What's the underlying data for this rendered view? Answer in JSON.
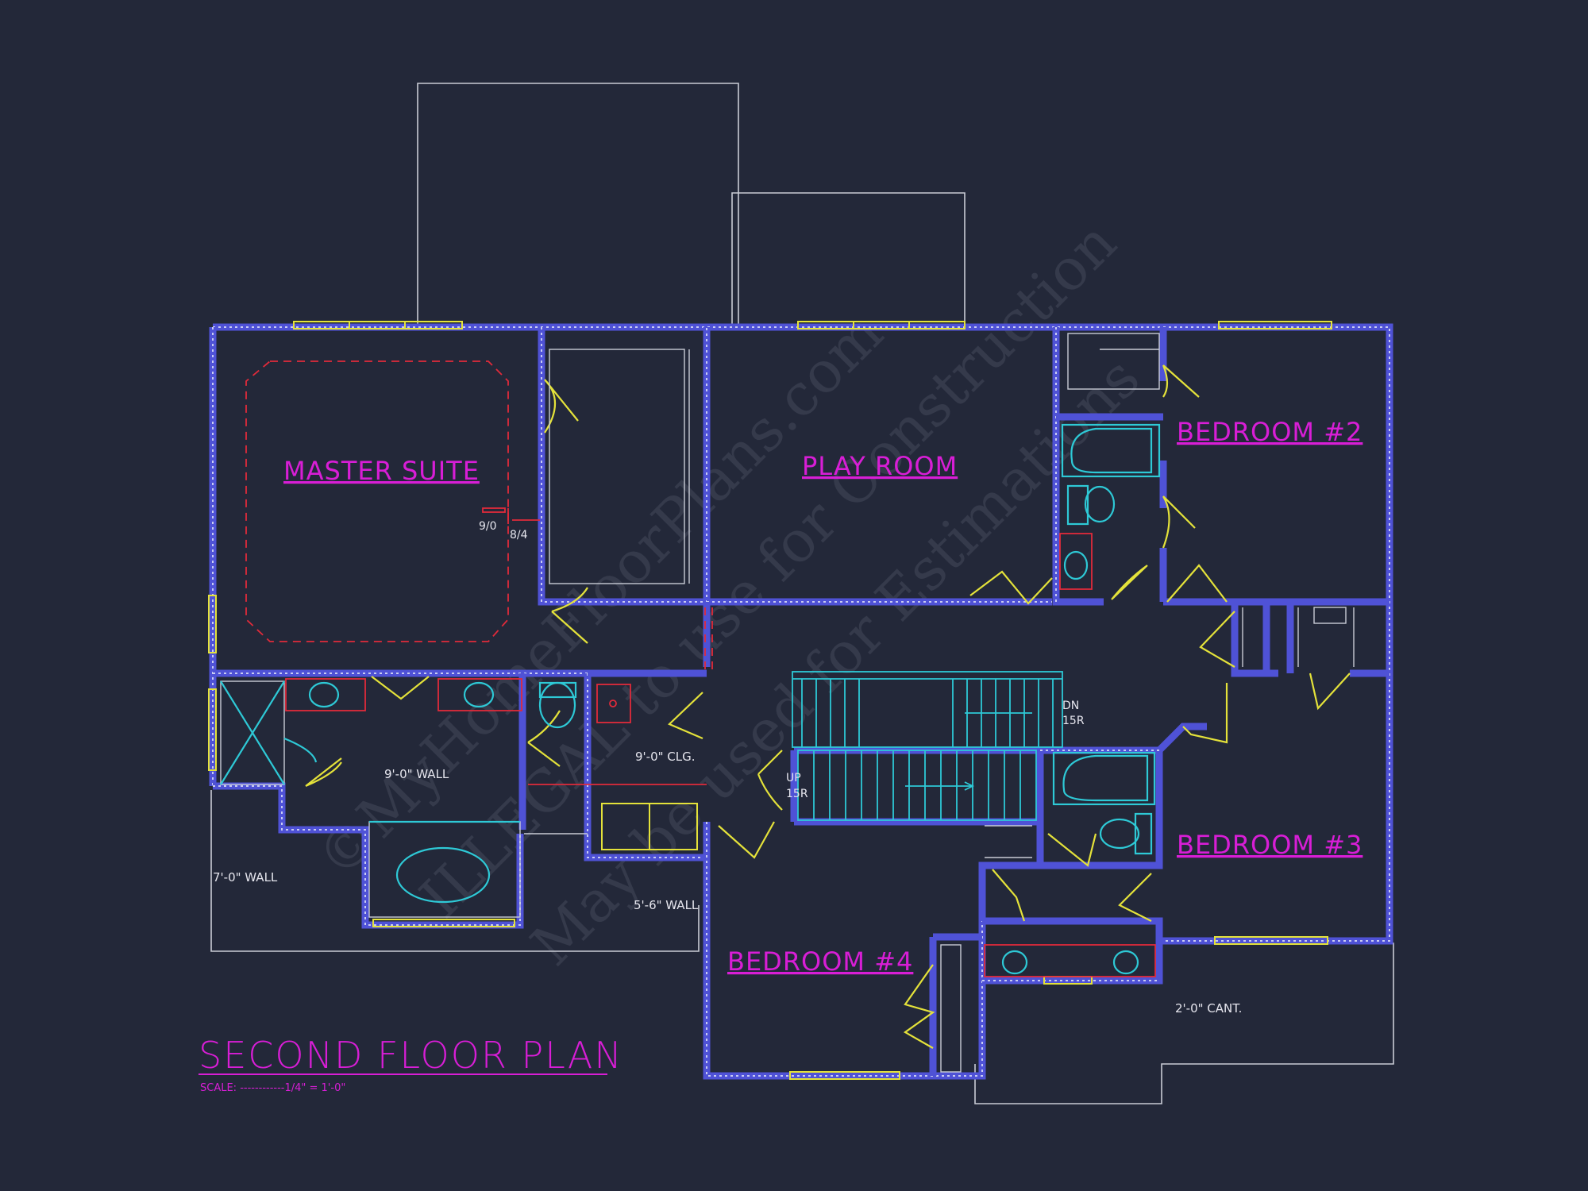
{
  "rooms": {
    "master_suite": "MASTER SUITE",
    "play_room": "PLAY ROOM",
    "bedroom_2": "BEDROOM #2",
    "bedroom_3": "BEDROOM #3",
    "bedroom_4": "BEDROOM #4"
  },
  "notes": {
    "wall_9_0": "9'-0\" WALL",
    "wall_7_0": "7'-0\" WALL",
    "wall_5_6": "5'-6\" WALL",
    "clg_9_0": "9'-0\" CLG.",
    "cant_2_0": "2'-0\" CANT.",
    "ceiling_9_0": "9/0",
    "ceiling_8_4": "8/4",
    "stair_dn": "DN",
    "stair_dn_count": "15R",
    "stair_up": "UP",
    "stair_up_count": "15R"
  },
  "title": {
    "text": "SECOND FLOOR PLAN",
    "scale": "SCALE: ------------1/4\" = 1'-0\""
  },
  "watermark": {
    "line1": "©MyHomeFloorPlans.com",
    "line2": "ILLEGAL to use for Construction",
    "line3": "May be used for Estimations"
  },
  "colors": {
    "background": "#232839",
    "walls": "#4f52d6",
    "labels": "#d81ed6",
    "windows_doors": "#e4e23a",
    "fixtures": "#2ec9d6",
    "ceiling_lines": "#e02a3a"
  }
}
